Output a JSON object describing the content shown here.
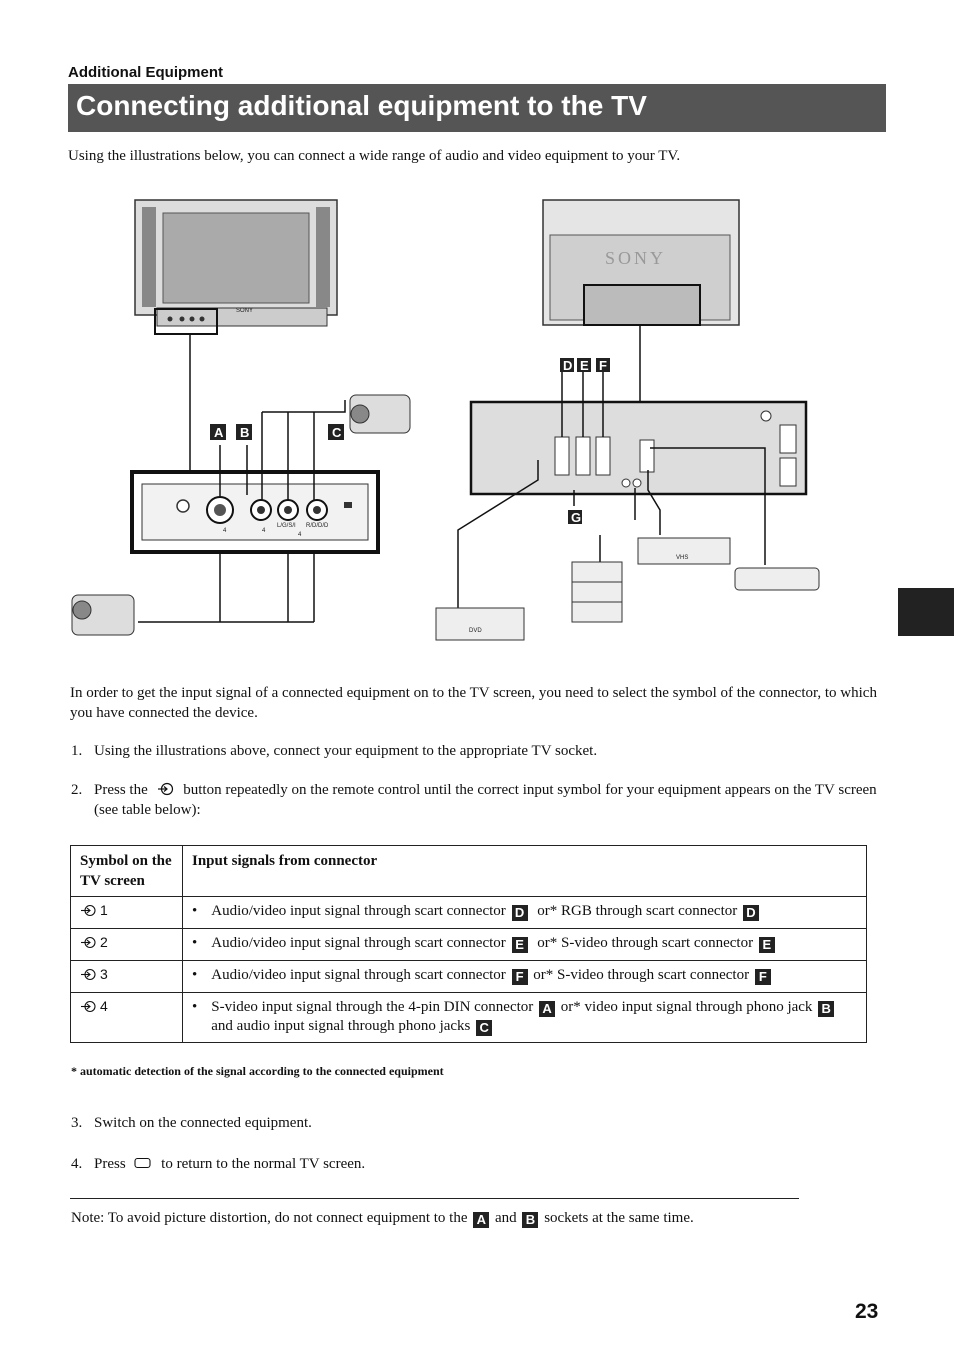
{
  "header": {
    "section": "Additional Equipment",
    "title": "Connecting additional equipment to the TV"
  },
  "intro": "Using the illustrations below, you can connect a wide range of audio and video equipment to your TV.",
  "diagram": {
    "connector_labels": [
      "A",
      "B",
      "C",
      "D",
      "E",
      "F",
      "G"
    ],
    "brand_logo": "SONY",
    "front_panel_labels": [
      "4",
      "4",
      "L/G/S/I",
      "R/D/D/D",
      "4"
    ],
    "device_labels": [
      "VHS",
      "DVD"
    ]
  },
  "body": {
    "paragraph": "In order to get the input signal of a connected equipment on to the TV screen, you need to select the symbol of the connector, to which you have connected the device.",
    "step1_num": "1.",
    "step1": "Using the illustrations above, connect your equipment to the appropriate TV socket.",
    "step2_num": "2.",
    "step2_a": "Press the",
    "step2_b": "button repeatedly on the remote control until the correct input symbol for your equipment appears on the TV screen (see table below):",
    "step3_num": "3.",
    "step3": "Switch on the connected equipment.",
    "step4_num": "4.",
    "step4_a": "Press",
    "step4_b": "to return to the normal TV screen."
  },
  "table": {
    "col1": "Symbol on the TV screen",
    "col2": "Input signals from connector",
    "rows": [
      {
        "symbol": "1",
        "text1": "Audio/video input signal through scart connector",
        "box1": "D",
        "text2": "or* RGB through scart connector",
        "box2": "D"
      },
      {
        "symbol": "2",
        "text1": "Audio/video input signal through scart connector",
        "box1": "E",
        "text2": "or* S-video through scart connector",
        "box2": "E"
      },
      {
        "symbol": "3",
        "text1": "Audio/video input signal through scart connector",
        "box1": "F",
        "text2": "or* S-video through scart connector",
        "box2": "F"
      },
      {
        "symbol": "4",
        "text1": "S-video input signal through the 4-pin DIN connector",
        "box1": "A",
        "text2": "or* video input signal through phono jack",
        "box2": "B",
        "text3": "and audio input signal through phono jacks",
        "box3": "C"
      }
    ]
  },
  "footnote": "* automatic detection of the signal according to the connected equipment",
  "note": {
    "a": "Note: To avoid picture distortion, do not connect equipment to the",
    "box1": "A",
    "b": "and",
    "box2": "B",
    "c": "sockets at the same time."
  },
  "page_number": "23"
}
